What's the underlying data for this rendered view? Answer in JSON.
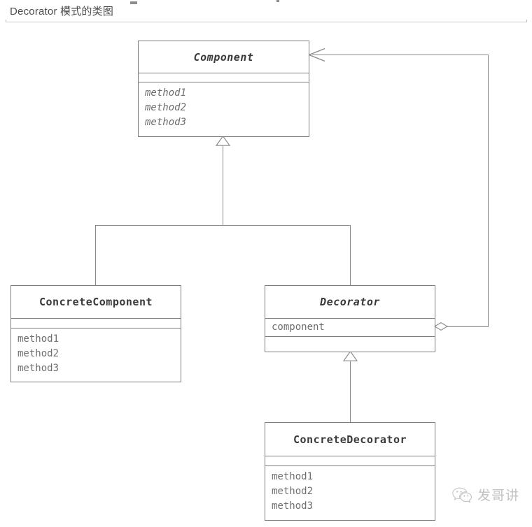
{
  "header": {
    "title": "Decorator 模式的类图"
  },
  "diagram": {
    "type": "uml-class-diagram",
    "classes": [
      {
        "id": "component",
        "name": "Component",
        "abstract": true,
        "attributes": [],
        "methods": [
          "method1",
          "method2",
          "method3"
        ]
      },
      {
        "id": "concrete-component",
        "name": "ConcreteComponent",
        "abstract": false,
        "attributes": [],
        "methods": [
          "method1",
          "method2",
          "method3"
        ]
      },
      {
        "id": "decorator",
        "name": "Decorator",
        "abstract": true,
        "attributes": [
          "component"
        ],
        "methods": []
      },
      {
        "id": "concrete-decorator",
        "name": "ConcreteDecorator",
        "abstract": false,
        "attributes": [],
        "methods": [
          "method1",
          "method2",
          "method3"
        ]
      }
    ],
    "relationships": [
      {
        "id": "rel-inherit-concrete-component",
        "kind": "generalization",
        "from": "ConcreteComponent",
        "to": "Component"
      },
      {
        "id": "rel-inherit-decorator",
        "kind": "generalization",
        "from": "Decorator",
        "to": "Component"
      },
      {
        "id": "rel-inherit-concrete-decorator",
        "kind": "generalization",
        "from": "ConcreteDecorator",
        "to": "Decorator"
      },
      {
        "id": "rel-aggregation-decorator-component",
        "kind": "aggregation",
        "from": "Decorator",
        "to": "Component"
      }
    ]
  },
  "watermark": {
    "icon": "wechat-icon",
    "text": "发哥讲"
  },
  "colors": {
    "stroke": "#7d7d7d",
    "line": "#8a8a8a",
    "text": "#4a4a4a",
    "muted": "#6e6e6e",
    "watermark": "#c2c2c2",
    "background": "#ffffff"
  }
}
